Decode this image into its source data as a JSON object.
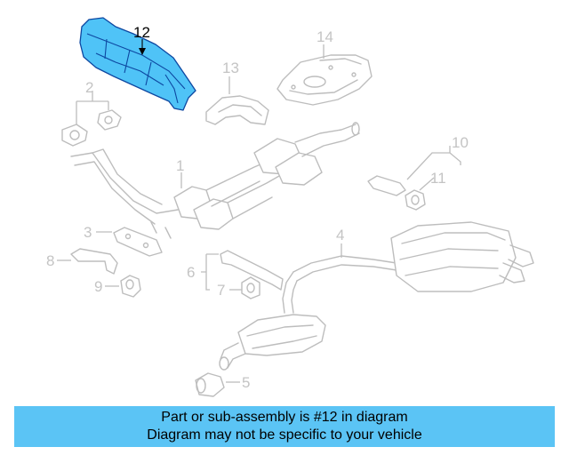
{
  "callouts": {
    "c1": "1",
    "c2": "2",
    "c3": "3",
    "c4": "4",
    "c5": "5",
    "c6": "6",
    "c7": "7",
    "c8": "8",
    "c9": "9",
    "c10": "10",
    "c11": "11",
    "c12": "12",
    "c13": "13",
    "c14": "14"
  },
  "highlight": {
    "part": "12",
    "fill": "#4fc3f7",
    "outline": "#0d47a1"
  },
  "banner": {
    "line1": "Part or sub-assembly is #12 in diagram",
    "line2": "Diagram may not be specific to your vehicle",
    "color": "#5bc4f5"
  }
}
